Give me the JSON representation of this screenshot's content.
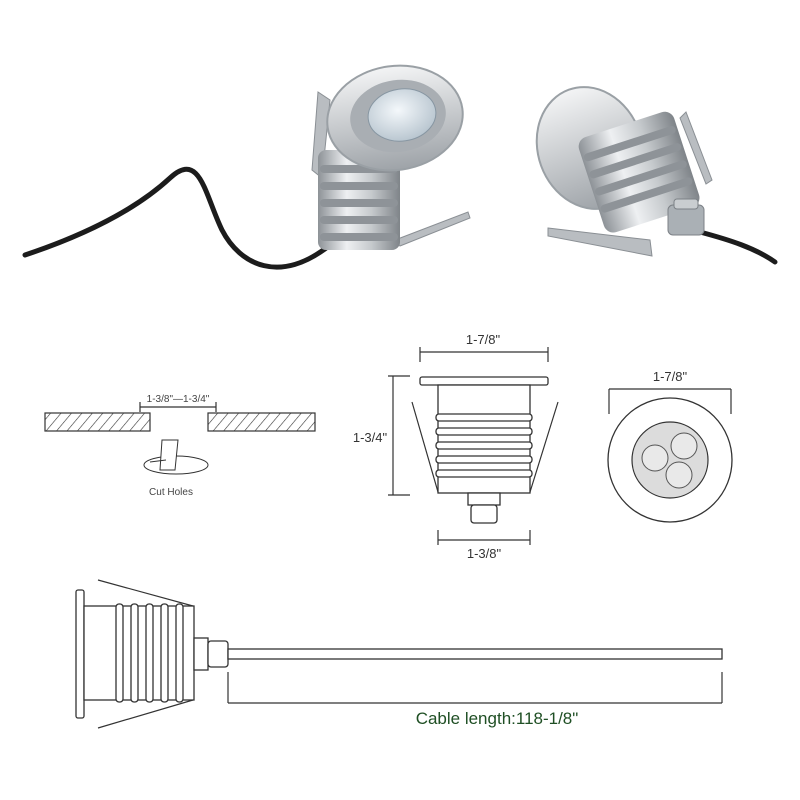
{
  "labels": {
    "top_width": "1-7/8\"",
    "height": "1-3/4\"",
    "bottom_width": "1-3/8\"",
    "front_width": "1-7/8\"",
    "cut_hole_range": "1-3/8\"—1-3/4\"",
    "cut_holes": "Cut Holes",
    "cable_length": "Cable length:118-1/8\""
  },
  "colors": {
    "label_green": "#1f4f24",
    "line": "#333333",
    "metal": "#c8ccd0",
    "cable": "#1c1c1c"
  }
}
